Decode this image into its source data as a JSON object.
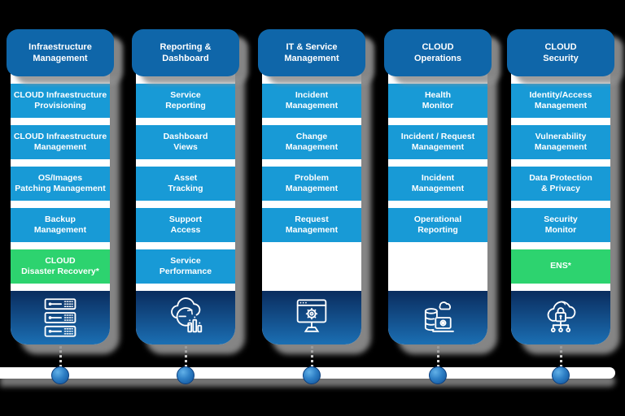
{
  "colors": {
    "background": "#000000",
    "header_blue": "#0f66a9",
    "item_blue": "#189ad6",
    "item_green": "#2dd36f",
    "footer_gradient_top": "#0a2c5e",
    "footer_gradient_bottom": "#1b6fb3",
    "timeline_bar": "#ffffff",
    "timeline_dot_blue": "#2e7fc5",
    "shadow_gray": "#949494",
    "text_white": "#ffffff"
  },
  "columns": [
    {
      "title": "Infraestructure\nManagement",
      "icon": "server-stack-icon",
      "items": [
        {
          "label": "CLOUD Infraestructure\nProvisioning",
          "variant": "blue"
        },
        {
          "label": "CLOUD Infraestructure\nManagement",
          "variant": "blue"
        },
        {
          "label": "OS/Images\nPatching Management",
          "variant": "blue"
        },
        {
          "label": "Backup\nManagement",
          "variant": "blue"
        },
        {
          "label": "CLOUD\nDisaster Recovery*",
          "variant": "green"
        }
      ]
    },
    {
      "title": "Reporting &\nDashboard",
      "icon": "cloud-report-icon",
      "items": [
        {
          "label": "Service\nReporting",
          "variant": "blue"
        },
        {
          "label": "Dashboard\nViews",
          "variant": "blue"
        },
        {
          "label": "Asset\nTracking",
          "variant": "blue"
        },
        {
          "label": "Support\nAccess",
          "variant": "blue"
        },
        {
          "label": "Service\nPerformance",
          "variant": "blue"
        }
      ]
    },
    {
      "title": "IT & Service\nManagement",
      "icon": "monitor-gear-icon",
      "items": [
        {
          "label": "Incident\nManagement",
          "variant": "blue"
        },
        {
          "label": "Change\nManagement",
          "variant": "blue"
        },
        {
          "label": "Problem\nManagement",
          "variant": "blue"
        },
        {
          "label": "Request\nManagement",
          "variant": "blue"
        },
        {
          "label": "",
          "variant": "empty"
        }
      ]
    },
    {
      "title": "CLOUD\nOperations",
      "icon": "database-laptop-cloud-icon",
      "items": [
        {
          "label": "Health\nMonitor",
          "variant": "blue"
        },
        {
          "label": "Incident / Request\nManagement",
          "variant": "blue"
        },
        {
          "label": "Incident\nManagement",
          "variant": "blue"
        },
        {
          "label": "Operational\nReporting",
          "variant": "blue"
        },
        {
          "label": "",
          "variant": "empty"
        }
      ]
    },
    {
      "title": "CLOUD\nSecurity",
      "icon": "cloud-lock-icon",
      "items": [
        {
          "label": "Identity/Access\nManagement",
          "variant": "blue"
        },
        {
          "label": "Vulnerability\nManagement",
          "variant": "blue"
        },
        {
          "label": "Data Protection\n& Privacy",
          "variant": "blue"
        },
        {
          "label": "Security\nMonitor",
          "variant": "blue"
        },
        {
          "label": "ENS*",
          "variant": "green"
        }
      ]
    }
  ],
  "timeline": {
    "dot_count": 5
  }
}
